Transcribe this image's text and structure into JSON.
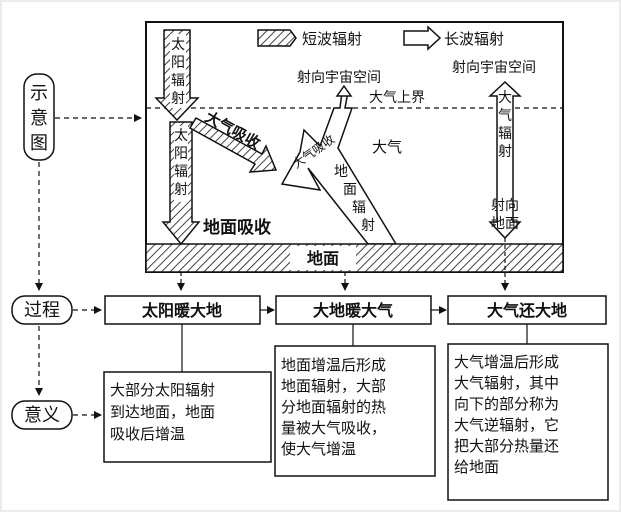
{
  "legend": {
    "shortwave": "短波辐射",
    "longwave": "长波辐射"
  },
  "row_labels": {
    "schematic": "示意图",
    "process": "过程",
    "significance": "意义"
  },
  "schematic": {
    "sun_radiation": "太阳辐射",
    "sun_radiation_below": "太阳辐射",
    "atmosphere_absorb": "大气吸收",
    "ground_absorb": "地面吸收",
    "to_space_left": "射向宇宙空间",
    "to_space_right": "射向宇宙空间",
    "atmosphere_top": "大气上界",
    "atmosphere": "大气",
    "atm_absorb_small": "大气吸收",
    "ground_radiation": "地面辐射",
    "atm_radiation": "大气辐射",
    "to_ground": "射向地面",
    "ground": "地面"
  },
  "process": [
    "太阳暖大地",
    "大地暖大气",
    "大气还大地"
  ],
  "significance": [
    [
      "大部分太阳辐射",
      "到达地面，地面",
      "吸收后增温"
    ],
    [
      "地面增温后形成",
      "地面辐射，大部",
      "分地面辐射的热",
      "量被大气吸收，",
      "使大气增温"
    ],
    [
      "大气增温后形成",
      "大气辐射，其中",
      "向下的部分称为",
      "大气逆辐射，它",
      "把大部分热量还",
      "给地面"
    ]
  ]
}
